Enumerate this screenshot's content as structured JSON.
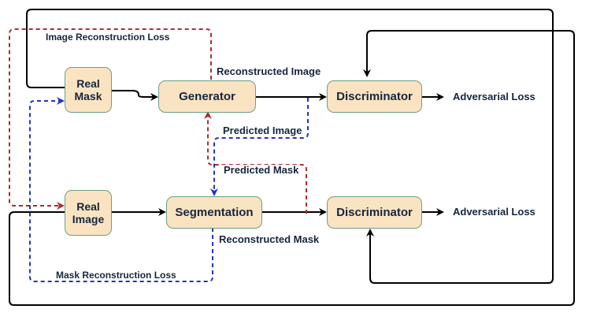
{
  "nodes": {
    "real_mask": "Real\nMask",
    "generator": "Generator",
    "discriminator_top": "Discriminator",
    "real_image": "Real\nImage",
    "segmentation": "Segmentation",
    "discriminator_bottom": "Discriminator"
  },
  "labels": {
    "image_reconstruction_loss": "Image Reconstruction Loss",
    "reconstructed_image": "Reconstructed Image",
    "predicted_image": "Predicted Image",
    "predicted_mask": "Predicted Mask",
    "reconstructed_mask": "Reconstructed Mask",
    "mask_reconstruction_loss": "Mask Reconstruction Loss",
    "adversarial_loss_top": "Adversarial Loss",
    "adversarial_loss_bottom": "Adversarial Loss"
  },
  "colors": {
    "node_fill": "#fae3c1",
    "node_border": "#6f9e82",
    "solid_edge": "#000000",
    "red_dashed_edge": "#b22b2b",
    "blue_dashed_edge": "#2332c9",
    "text": "#16263d"
  }
}
